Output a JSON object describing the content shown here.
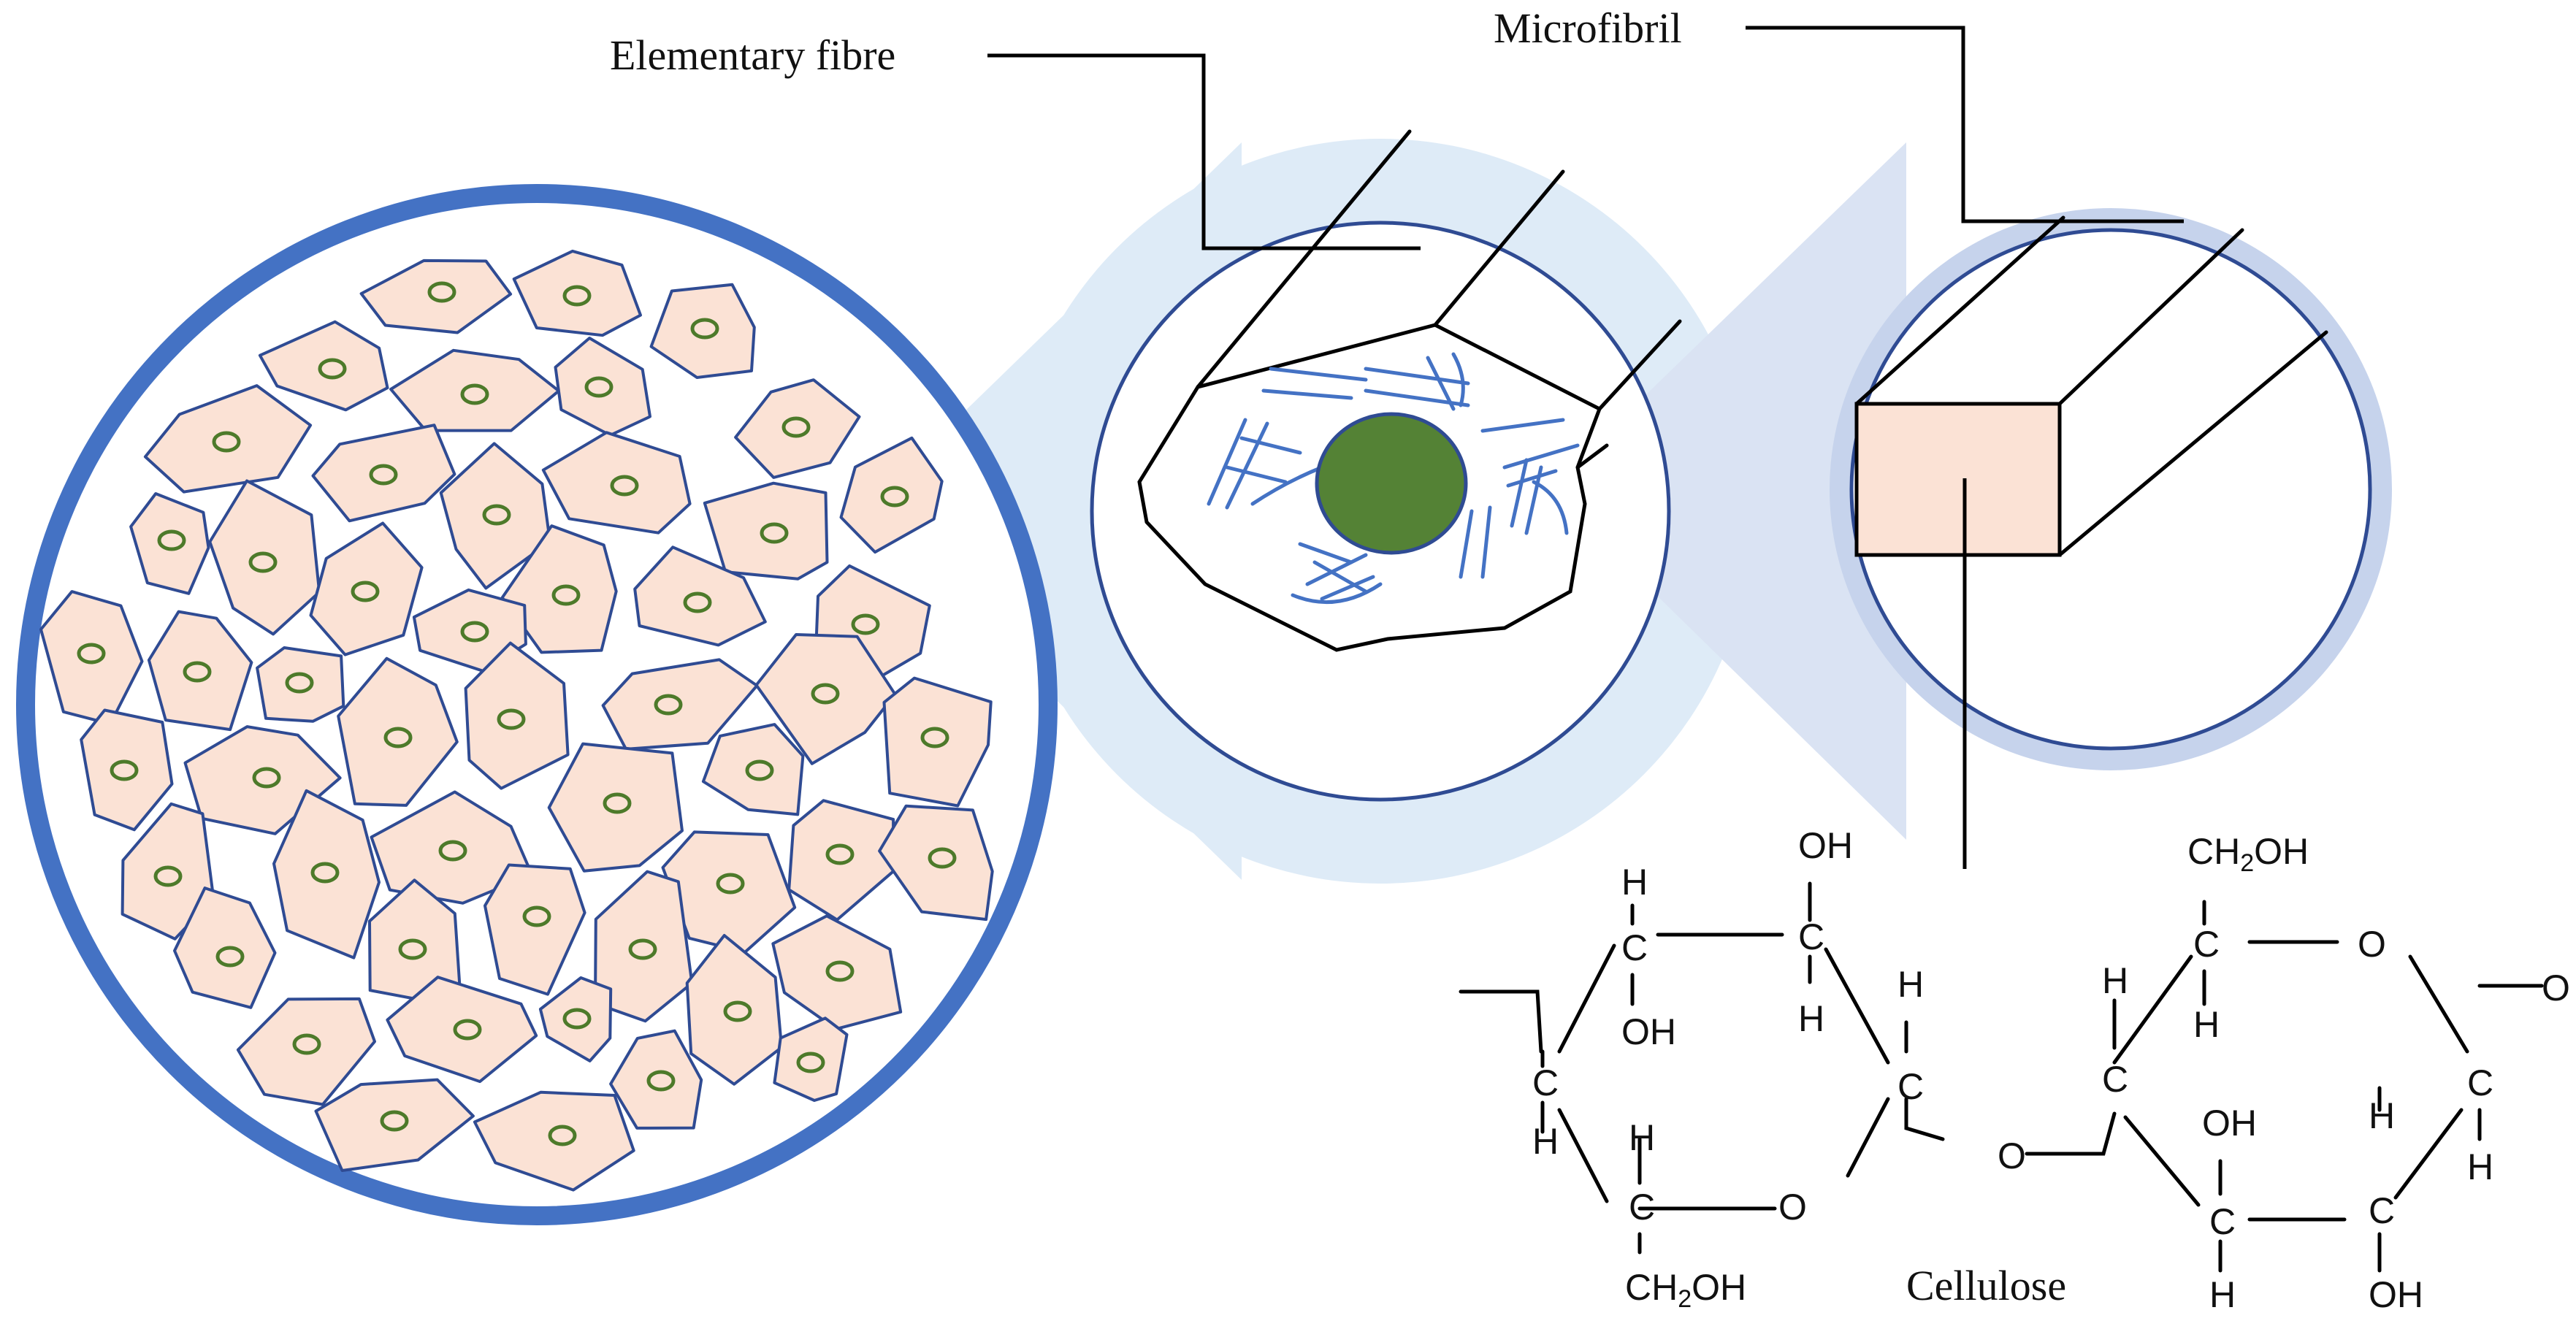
{
  "labels": {
    "elementary_fibre": "Elementary fibre",
    "microfibril": "Microfibril",
    "cellulose": "Cellulose"
  },
  "structure": {
    "atom_H": "H",
    "atom_C": "C",
    "atom_O": "O",
    "group_OH": "OH",
    "group_CH2OH_prefix": "CH",
    "group_CH2OH_sub": "2",
    "group_CH2OH_suffix": "OH"
  },
  "colors": {
    "outer_ring": "#4472c4",
    "cell_fill": "#fbe2d5",
    "cell_stroke": "#2f4b93",
    "nucleus_stroke": "#4d7a2a",
    "nucleus_fill": "#548235",
    "zoom_halo_left": "#deebf7",
    "zoom_halo_right": "#dae3f3",
    "microfibril_face": "#fbe2d5"
  }
}
